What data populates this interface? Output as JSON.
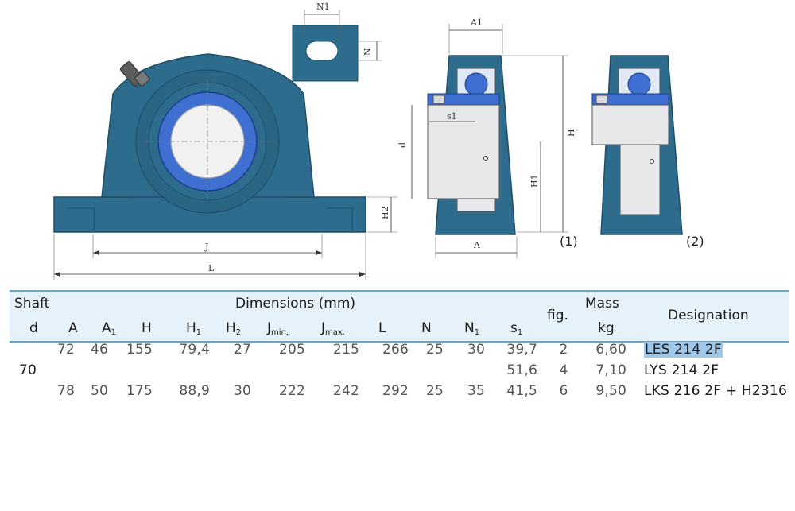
{
  "drawing": {
    "fig1_label": "(1)",
    "fig2_label": "(2)",
    "dim_N1": "N1",
    "dim_N": "N",
    "dim_A1": "A1",
    "dim_H": "H",
    "dim_s1": "s1",
    "dim_d": "d",
    "dim_H1": "H1",
    "dim_H2": "H2",
    "dim_A": "A",
    "dim_J": "J",
    "dim_L": "L",
    "colors": {
      "housing": "#2d6c8c",
      "housing_dark": "#1e4f69",
      "bearing_ring": "#3f6fd0",
      "insert": "#e8e8ea"
    }
  },
  "table": {
    "group_shaft": "Shaft",
    "group_dimensions": "Dimensions (mm)",
    "group_mass": "Mass",
    "col_d": "d",
    "col_A": "A",
    "col_A1_main": "A",
    "col_A1_sub": "1",
    "col_H": "H",
    "col_H1_main": "H",
    "col_H1_sub": "1",
    "col_H2_main": "H",
    "col_H2_sub": "2",
    "col_Jmin_main": "J",
    "col_Jmin_sub": "min.",
    "col_Jmax_main": "J",
    "col_Jmax_sub": "max.",
    "col_L": "L",
    "col_N": "N",
    "col_N1_main": "N",
    "col_N1_sub": "1",
    "col_s1_main": "s",
    "col_s1_sub": "1",
    "col_fig": "fig.",
    "col_mass_unit": "kg",
    "col_designation": "Designation",
    "shaft_d": "70",
    "rows": [
      {
        "A": "72",
        "A1": "46",
        "H": "155",
        "H1": "79,4",
        "H2": "27",
        "Jmin": "205",
        "Jmax": "215",
        "L": "266",
        "N": "25",
        "N1": "30",
        "s1": "39,7",
        "fig": "2",
        "mass": "6,60",
        "designation": "LES 214 2F"
      },
      {
        "A": "",
        "A1": "",
        "H": "",
        "H1": "",
        "H2": "",
        "Jmin": "",
        "Jmax": "",
        "L": "",
        "N": "",
        "N1": "",
        "s1": "51,6",
        "fig": "4",
        "mass": "7,10",
        "designation": "LYS 214 2F"
      },
      {
        "A": "78",
        "A1": "50",
        "H": "175",
        "H1": "88,9",
        "H2": "30",
        "Jmin": "222",
        "Jmax": "242",
        "L": "292",
        "N": "25",
        "N1": "35",
        "s1": "41,5",
        "fig": "6",
        "mass": "9,50",
        "designation": "LKS 216 2F + H2316"
      }
    ]
  }
}
